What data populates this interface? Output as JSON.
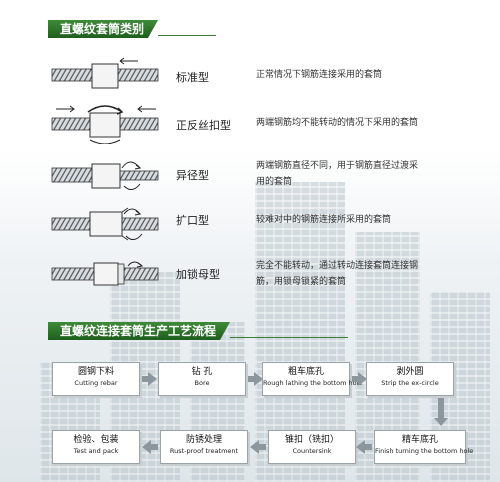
{
  "section1": {
    "title": "直螺纹套筒类别"
  },
  "types": [
    {
      "name": "标准型",
      "desc": "正常情况下钢筋连接采用的套筒"
    },
    {
      "name": "正反丝扣型",
      "desc": "两端钢筋均不能转动的情况下采用的套筒"
    },
    {
      "name": "异径型",
      "desc_lines": [
        "两端钢筋直径不同，用于钢筋直径过渡采",
        "用的套筒"
      ]
    },
    {
      "name": "扩口型",
      "desc": "较难对中的钢筋连接所采用的套筒"
    },
    {
      "name": "加锁母型",
      "desc_lines": [
        "完全不能转动，通过转动连接套筒连接钢",
        "筋，用锁母锁紧的套筒"
      ]
    }
  ],
  "section2": {
    "title": "直螺纹连接套筒生产工艺流程"
  },
  "process_row1": [
    {
      "cn": "圆钢下料",
      "en": "Cutting rebar"
    },
    {
      "cn": "钻  孔",
      "en": "Bore"
    },
    {
      "cn": "粗车底孔",
      "en": "Rough lathing the bottom hole"
    },
    {
      "cn": "剥外圆",
      "en": "Strip the ex-circle"
    }
  ],
  "process_row2": [
    {
      "cn": "检验、包装",
      "en": "Test and pack"
    },
    {
      "cn": "防锈处理",
      "en": "Rust-proof treatment"
    },
    {
      "cn": "锥扣（铣扣）",
      "en": "Countersink"
    },
    {
      "cn": "精车底孔",
      "en": "Finish turning the bottom hole"
    }
  ],
  "colors": {
    "brand_green": "#2e6f2a",
    "arrow_grey": "#8c979d",
    "box_border": "#9aa3a8"
  }
}
